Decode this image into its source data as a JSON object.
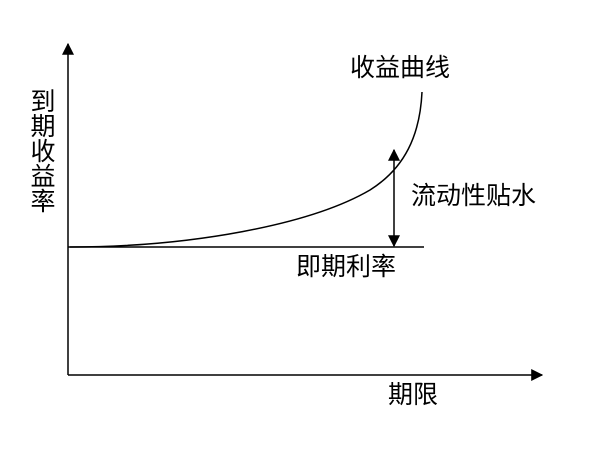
{
  "diagram": {
    "y_axis_label": "到期收益率",
    "x_axis_label": "期限",
    "curve_label": "收益曲线",
    "premium_label": "流动性贴水",
    "spot_rate_label": "即期利率"
  },
  "colors": {
    "line": "#000000",
    "background": "#ffffff"
  }
}
